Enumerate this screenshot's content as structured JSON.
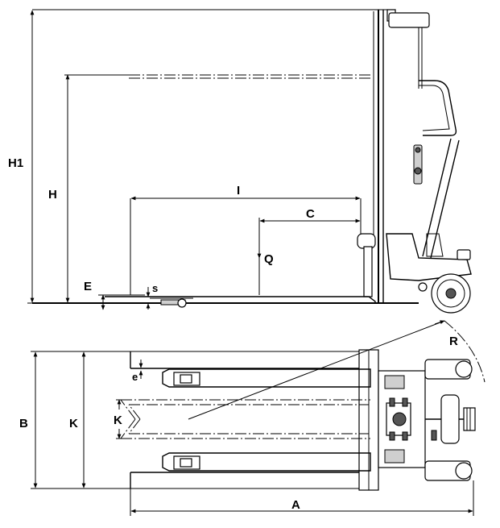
{
  "labels": {
    "h1": "H1",
    "h": "H",
    "e_upper": "E",
    "s": "s",
    "i": "I",
    "c": "C",
    "q": "Q",
    "r": "R",
    "b": "B",
    "k_outer": "K",
    "k_inner": "K",
    "e_lower": "e",
    "a": "A"
  }
}
